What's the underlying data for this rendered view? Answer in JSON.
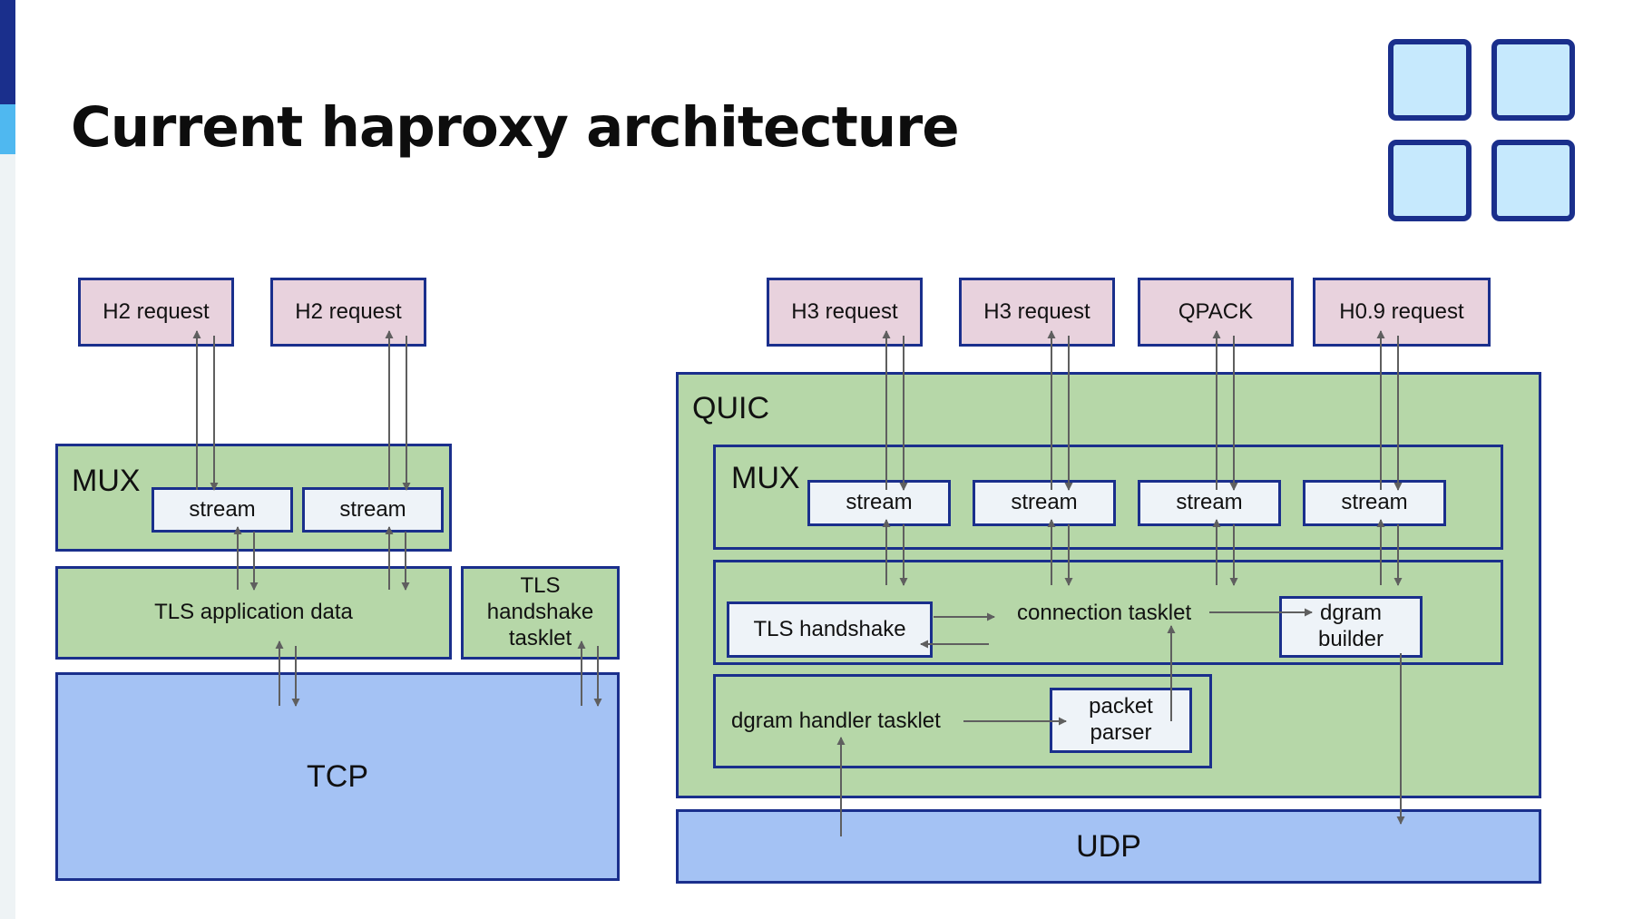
{
  "title": "Current haproxy architecture",
  "colors": {
    "border": "#1a2f8c",
    "request_fill": "#e8d2dd",
    "layer_fill": "#b6d7a8",
    "transport_fill": "#a4c2f4",
    "stream_fill": "#eef3f8",
    "logo_fill": "#c6e9fd",
    "arrow": "#5f5f5f"
  },
  "logo": {
    "icon": "four-squares-grid-icon"
  },
  "tcp_stack": {
    "requests": [
      "H2 request",
      "H2 request"
    ],
    "mux_label": "MUX",
    "streams": [
      "stream",
      "stream"
    ],
    "tls_app_data": "TLS application data",
    "tls_handshake_line1": "TLS",
    "tls_handshake_line2": "handshake",
    "tls_handshake_line3": "tasklet",
    "transport": "TCP"
  },
  "quic_stack": {
    "requests": [
      "H3 request",
      "H3 request",
      "QPACK",
      "H0.9 request"
    ],
    "quic_label": "QUIC",
    "mux_label": "MUX",
    "streams": [
      "stream",
      "stream",
      "stream",
      "stream"
    ],
    "tls_handshake": "TLS handshake",
    "connection_tasklet": "connection tasklet",
    "dgram_builder_line1": "dgram",
    "dgram_builder_line2": "builder",
    "dgram_handler": "dgram handler tasklet",
    "packet_parser_line1": "packet",
    "packet_parser_line2": "parser",
    "transport": "UDP"
  }
}
